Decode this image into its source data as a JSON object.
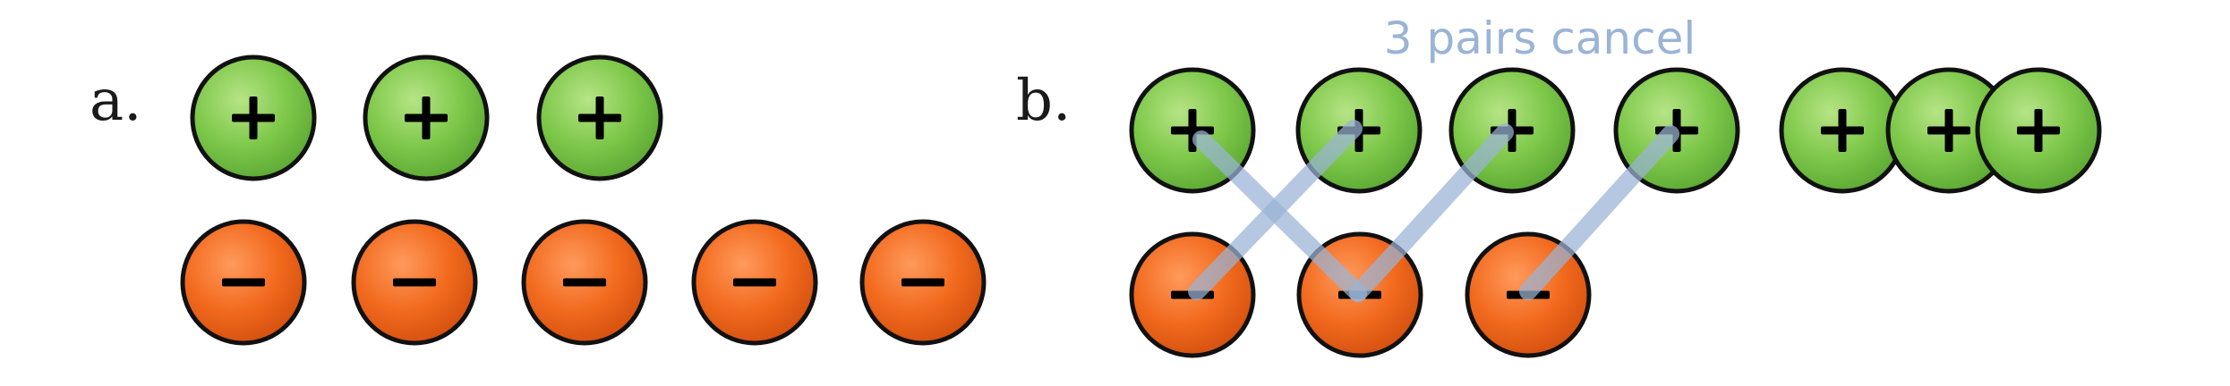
{
  "panel_a": {
    "label": "a.",
    "positive_charges": 3,
    "negative_charges": 5
  },
  "panel_b": {
    "label": "b.",
    "annotation": "3 pairs cancel",
    "positive_charges": 7,
    "negative_charges": 3,
    "cancelled_pairs": 3
  },
  "colors": {
    "positive_fill": "#7ec84a",
    "negative_fill": "#f26a1e",
    "outline": "#111111",
    "pair_line": "#9ab4d6",
    "annotation_text": "#9ab4d6"
  },
  "icons": {
    "positive": "plus-charge-icon",
    "negative": "minus-charge-icon"
  }
}
